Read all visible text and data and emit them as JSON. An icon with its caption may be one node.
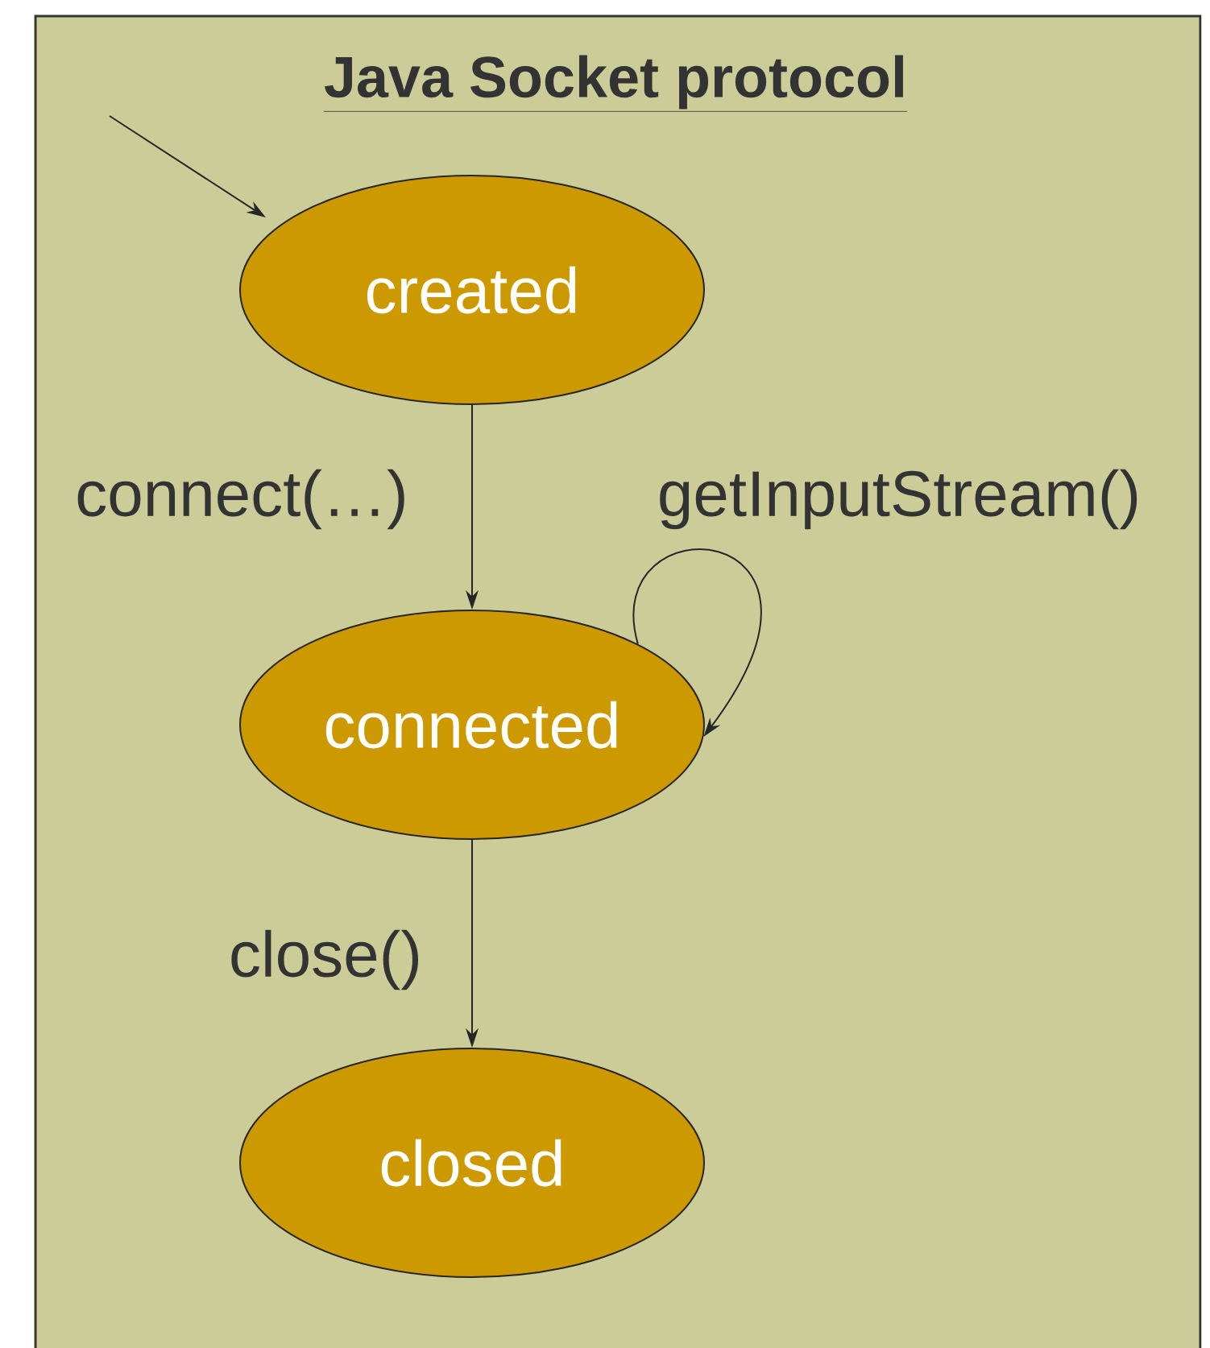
{
  "diagram": {
    "title": "Java Socket protocol",
    "nodes": [
      {
        "text": [
          "created"
        ]
      },
      {
        "text": [
          "connected"
        ]
      },
      {
        "text": [
          "closed"
        ]
      }
    ],
    "edges": [
      {
        "from": null,
        "to": 0,
        "arrow": "to"
      },
      {
        "from": 0,
        "to": 1,
        "arrow": "to",
        "label": "connect(…)"
      },
      {
        "from": 1,
        "to": 1,
        "arrow": "to",
        "label": "getInputStream()"
      },
      {
        "from": 1,
        "to": 2,
        "arrow": "to",
        "label": "close()"
      }
    ]
  }
}
